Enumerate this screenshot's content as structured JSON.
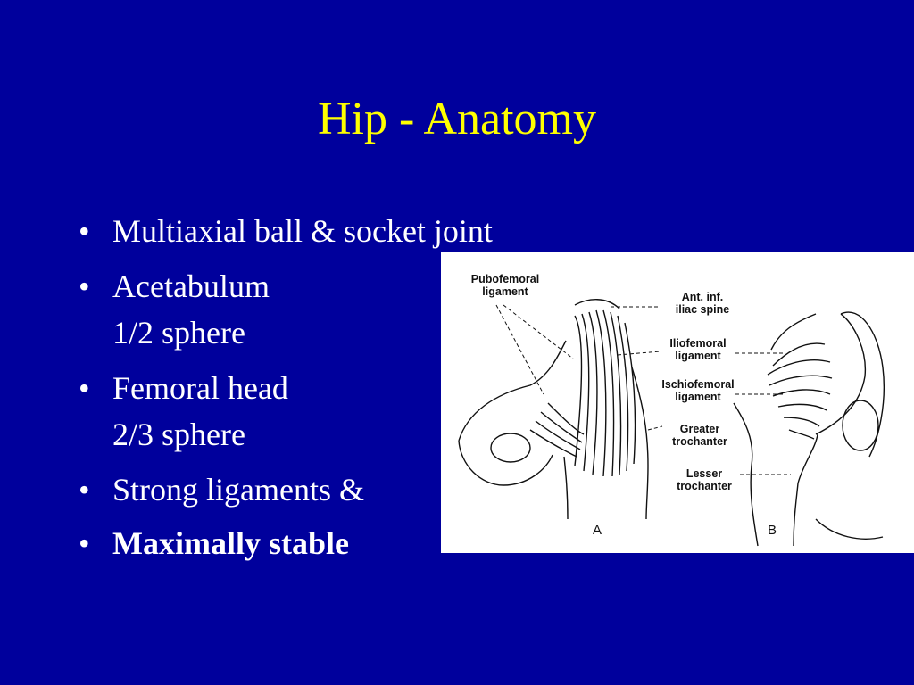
{
  "slide": {
    "title": "Hip - Anatomy",
    "bullets": [
      {
        "text": "Multiaxial ball & socket joint",
        "sub": ""
      },
      {
        "text": "Acetabulum",
        "sub": "1/2 sphere"
      },
      {
        "text": "Femoral head",
        "sub": "2/3 sphere"
      },
      {
        "text": "Strong ligaments &",
        "sub": ""
      },
      {
        "text": "Maximally stable",
        "sub": ""
      }
    ],
    "bullet_glyph": "•"
  },
  "figure": {
    "labels": {
      "pubofemoral_1": "Pubofemoral",
      "pubofemoral_2": "ligament",
      "ant_inf_1": "Ant. inf.",
      "ant_inf_2": "iliac spine",
      "iliofemoral_1": "Iliofemoral",
      "iliofemoral_2": "ligament",
      "ischiofemoral_1": "Ischiofemoral",
      "ischiofemoral_2": "ligament",
      "greater_1": "Greater",
      "greater_2": "trochanter",
      "lesser_1": "Lesser",
      "lesser_2": "trochanter",
      "panel_a": "A",
      "panel_b": "B"
    }
  },
  "colors": {
    "background": "#00009c",
    "title": "#ffff00",
    "text": "#ffffff"
  }
}
